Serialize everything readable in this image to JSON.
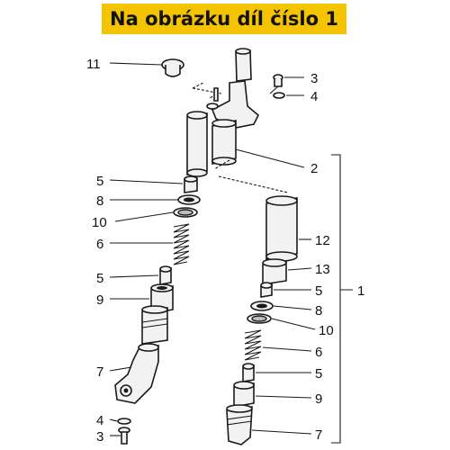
{
  "title": "Na obrázku díl číslo 1",
  "callouts": [
    {
      "id": "c11",
      "text": "11"
    },
    {
      "id": "c3",
      "text": "3"
    },
    {
      "id": "c4top",
      "text": "4"
    },
    {
      "id": "c2",
      "text": "2"
    },
    {
      "id": "c5a",
      "text": "5"
    },
    {
      "id": "c8a",
      "text": "8"
    },
    {
      "id": "c10a",
      "text": "10"
    },
    {
      "id": "c6a",
      "text": "6"
    },
    {
      "id": "c5b",
      "text": "5"
    },
    {
      "id": "c9a",
      "text": "9"
    },
    {
      "id": "c7a",
      "text": "7"
    },
    {
      "id": "c4bot",
      "text": "4"
    },
    {
      "id": "c3bot",
      "text": "3"
    },
    {
      "id": "c12",
      "text": "12"
    },
    {
      "id": "c13",
      "text": "13"
    },
    {
      "id": "c5c",
      "text": "5"
    },
    {
      "id": "c8b",
      "text": "8"
    },
    {
      "id": "c10b",
      "text": "10"
    },
    {
      "id": "c6b",
      "text": "6"
    },
    {
      "id": "c5d",
      "text": "5"
    },
    {
      "id": "c9b",
      "text": "9"
    },
    {
      "id": "c7b",
      "text": "7"
    },
    {
      "id": "c1",
      "text": "1"
    }
  ]
}
